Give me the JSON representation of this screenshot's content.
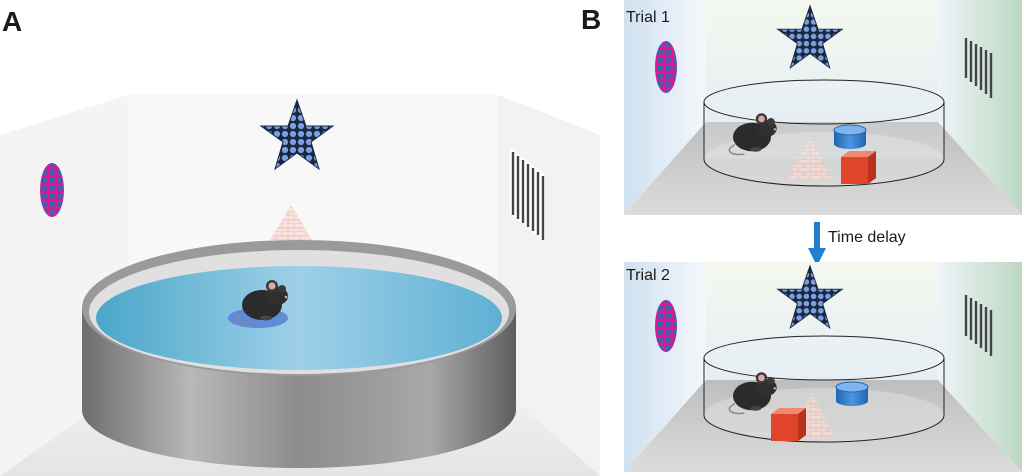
{
  "panels": {
    "a": {
      "label": "A"
    },
    "b": {
      "label": "B",
      "trial1_label": "Trial 1",
      "trial2_label": "Trial 2",
      "delay_label": "Time delay"
    }
  },
  "colors": {
    "water": "#7ec4df",
    "tank_wall": "#8f8f8f",
    "star_fill": "#6f96d6",
    "cue_magenta": "#d81b8c",
    "object_red": "#e0452a",
    "object_blue": "#2f7fd0",
    "arrow_blue": "#1f7fd0"
  }
}
